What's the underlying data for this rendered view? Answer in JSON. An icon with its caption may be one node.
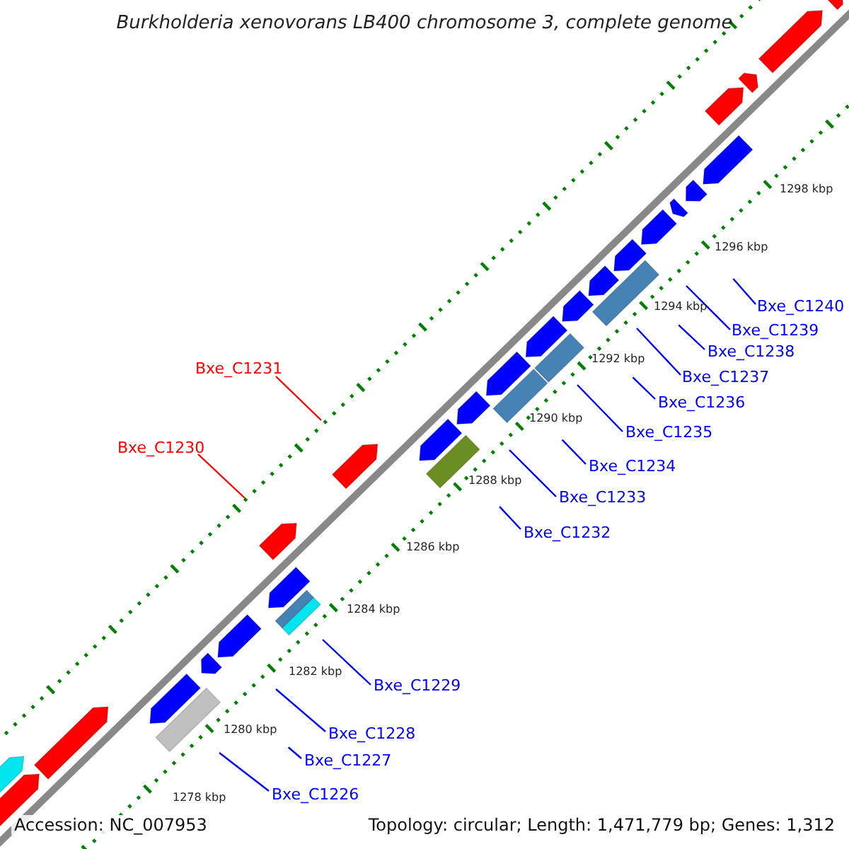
{
  "diagram": {
    "title": "Burkholderia xenovorans LB400 chromosome 3, complete genome",
    "nodes": [
      {
        "text": [
          "Bxe_C1226"
        ]
      },
      {
        "text": [
          "Bxe_C1227"
        ]
      },
      {
        "text": [
          "Bxe_C1228"
        ]
      },
      {
        "text": [
          "Bxe_C1229"
        ]
      },
      {
        "text": [
          "Bxe_C1230"
        ]
      },
      {
        "text": [
          "Bxe_C1231"
        ]
      },
      {
        "text": [
          "Bxe_C1232"
        ]
      },
      {
        "text": [
          "Bxe_C1233"
        ]
      },
      {
        "text": [
          "Bxe_C1234"
        ]
      },
      {
        "text": [
          "Bxe_C1235"
        ]
      },
      {
        "text": [
          "Bxe_C1236"
        ]
      },
      {
        "text": [
          "Bxe_C1237"
        ]
      },
      {
        "text": [
          "Bxe_C1238"
        ]
      },
      {
        "text": [
          "Bxe_C1239"
        ]
      },
      {
        "text": [
          "Bxe_C1240"
        ]
      }
    ],
    "edges": [
      {
        "from": 0,
        "to": null,
        "arrow": "none"
      },
      {
        "from": 1,
        "to": null,
        "arrow": "none"
      },
      {
        "from": 2,
        "to": null,
        "arrow": "none"
      },
      {
        "from": 3,
        "to": null,
        "arrow": "none"
      },
      {
        "from": 4,
        "to": null,
        "arrow": "none",
        "color": "#ff0000"
      },
      {
        "from": 5,
        "to": null,
        "arrow": "none",
        "color": "#ff0000"
      },
      {
        "from": 6,
        "to": null,
        "arrow": "none"
      },
      {
        "from": 7,
        "to": null,
        "arrow": "none"
      },
      {
        "from": 8,
        "to": null,
        "arrow": "none"
      },
      {
        "from": 9,
        "to": null,
        "arrow": "none"
      },
      {
        "from": 10,
        "to": null,
        "arrow": "none"
      },
      {
        "from": 11,
        "to": null,
        "arrow": "none"
      },
      {
        "from": 12,
        "to": null,
        "arrow": "none"
      },
      {
        "from": 13,
        "to": null,
        "arrow": "none"
      },
      {
        "from": 14,
        "to": null,
        "arrow": "none"
      }
    ],
    "labels": [
      "1298 kbp",
      "1296 kbp",
      "1294 kbp",
      "1292 kbp",
      "1290 kbp",
      "1288 kbp",
      "1286 kbp",
      "1284 kbp",
      "1282 kbp",
      "1280 kbp",
      "1278 kbp",
      "Accession: NC_007953",
      "Topology: circular; Length: 1,471,779 bp; Genes: 1,312"
    ]
  }
}
